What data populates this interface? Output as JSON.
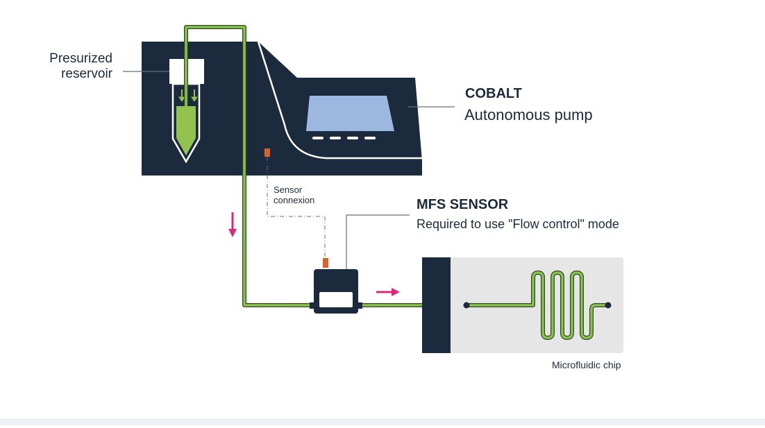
{
  "labels": {
    "reservoir_line1": "Presurized",
    "reservoir_line2": "reservoir",
    "pump_title": "COBALT",
    "pump_subtitle": "Autonomous pump",
    "sensor_conn_line1": "Sensor",
    "sensor_conn_line2": "connexion",
    "mfs_title": "MFS SENSOR",
    "mfs_subtitle": "Required to use \"Flow control\" mode",
    "chip": "Microfluidic chip"
  },
  "colors": {
    "navy": "#1b2a3d",
    "tube_green": "#8cbf52",
    "liquid_green": "#93c34e",
    "screen_blue": "#9db8e0",
    "arrow_pink": "#e0267a",
    "connector_orange": "#d9622b",
    "chip_bg": "#e6e6e6"
  },
  "icons": {
    "down_arrow": "flow-down-arrow-icon",
    "right_arrow": "flow-right-arrow-icon"
  }
}
